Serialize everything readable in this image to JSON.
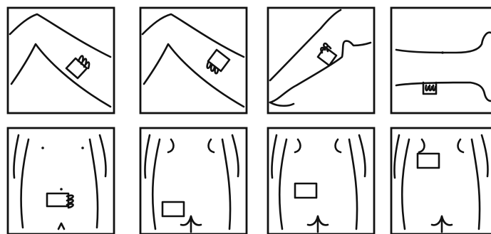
{
  "figure": {
    "description_hidden": "",
    "panels": [
      {
        "id": "panel-1",
        "body_region": "upper-arm",
        "row": 1,
        "col": 1
      },
      {
        "id": "panel-2",
        "body_region": "upper-arm",
        "row": 1,
        "col": 2
      },
      {
        "id": "panel-3",
        "body_region": "thigh",
        "row": 1,
        "col": 3
      },
      {
        "id": "panel-4",
        "body_region": "buttock",
        "row": 1,
        "col": 4
      },
      {
        "id": "panel-5",
        "body_region": "abdomen",
        "row": 2,
        "col": 1
      },
      {
        "id": "panel-6",
        "body_region": "abdomen",
        "row": 2,
        "col": 2
      },
      {
        "id": "panel-7",
        "body_region": "abdomen",
        "row": 2,
        "col": 3
      },
      {
        "id": "panel-8",
        "body_region": "abdomen",
        "row": 2,
        "col": 4
      }
    ],
    "colors": {
      "ink": "#111111",
      "background": "#ffffff"
    },
    "icons": [
      "patch-with-fingers-icon"
    ]
  }
}
